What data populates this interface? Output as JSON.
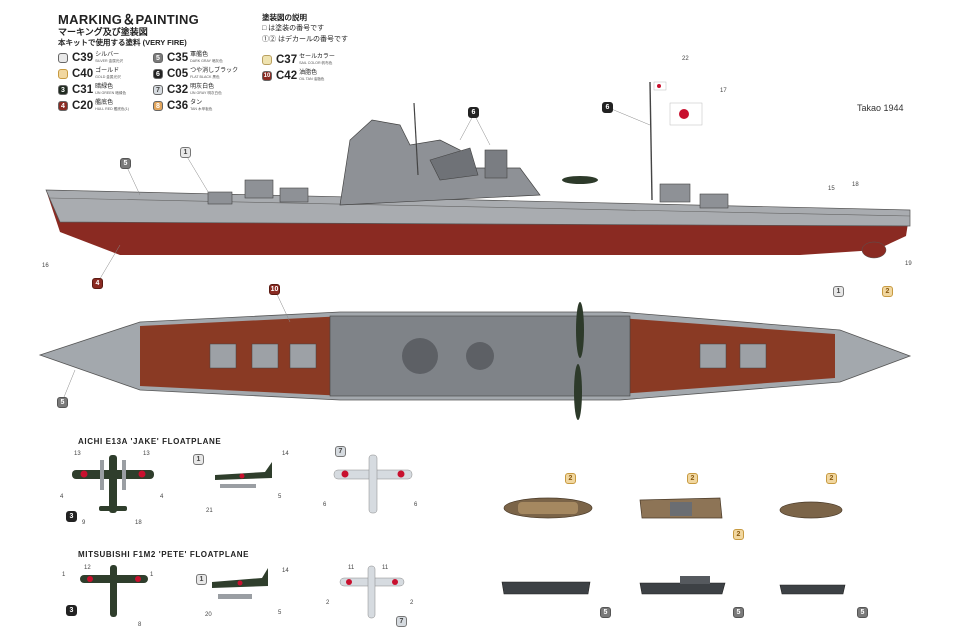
{
  "header": {
    "title": "MARKING＆PAINTING",
    "subtitle": "マーキング及び塗装図",
    "note": "本キットで使用する塗料 (VERY FIRE)"
  },
  "paint_legend": [
    {
      "code": "C39",
      "jp": "シルバー",
      "en": "SILVER 金属光沢",
      "color": "#e8e8e8",
      "mark": ""
    },
    {
      "code": "C40",
      "jp": "ゴールド",
      "en": "GOLD 金属光沢",
      "color": "#f1d7a0",
      "mark": ""
    },
    {
      "code": "C31",
      "jp": "暗緑色",
      "en": "IJN GREEN 暗緑色",
      "color": "#1f2a1f",
      "mark": "3"
    },
    {
      "code": "C20",
      "jp": "艦底色",
      "en": "HULL RED 艦底色(1)",
      "color": "#8a2a22",
      "mark": "4"
    },
    {
      "code": "C35",
      "jp": "軍艦色",
      "en": "DARK GRAY 暗灰色",
      "color": "#7a7a7a",
      "mark": "5"
    },
    {
      "code": "C05",
      "jp": "つや消しブラック",
      "en": "FLAT BLACK 黒色",
      "color": "#222222",
      "mark": "6"
    },
    {
      "code": "C32",
      "jp": "明灰白色",
      "en": "IJN GRAY 明灰白色",
      "color": "#d6dbe0",
      "mark": "7"
    },
    {
      "code": "C36",
      "jp": "タン",
      "en": "TAN 木甲板色",
      "color": "#e2a55c",
      "mark": "8"
    },
    {
      "code": "C37",
      "jp": "セールカラー",
      "en": "SAIL COLOR 帆布色",
      "color": "#efe3b0",
      "mark": ""
    },
    {
      "code": "C42",
      "jp": "油脂色",
      "en": "OIL TAN 油脂色",
      "color": "#8a2a22",
      "mark": "10"
    }
  ],
  "explanation": {
    "heading": "塗装図の説明",
    "line1": "□ は塗装の番号です",
    "line2": "①② はデカールの番号です"
  },
  "ship_name": "Takao 1944",
  "sections": {
    "jake": "AICHI E13A  'JAKE'  FLOATPLANE",
    "pete": "MITSUBISHI F1M2  'PETE'  FLOATPLANE"
  },
  "callouts": {
    "profile": [
      "5",
      "1",
      "6",
      "6",
      "4",
      "1",
      "2"
    ],
    "decals": [
      "22",
      "17",
      "15",
      "18",
      "16",
      "19"
    ],
    "plan": [
      "10",
      "5"
    ],
    "jake_numbers": [
      "13",
      "13",
      "4",
      "4",
      "9",
      "18",
      "14",
      "5",
      "21",
      "6",
      "6"
    ],
    "pete_numbers": [
      "12",
      "1",
      "1",
      "8",
      "14",
      "20",
      "5",
      "11",
      "11",
      "2",
      "2"
    ],
    "plane_badges": [
      "3",
      "1",
      "7",
      "3",
      "1",
      "7"
    ],
    "boat_badges": [
      "2",
      "2",
      "2",
      "2",
      "5",
      "5",
      "5"
    ]
  }
}
